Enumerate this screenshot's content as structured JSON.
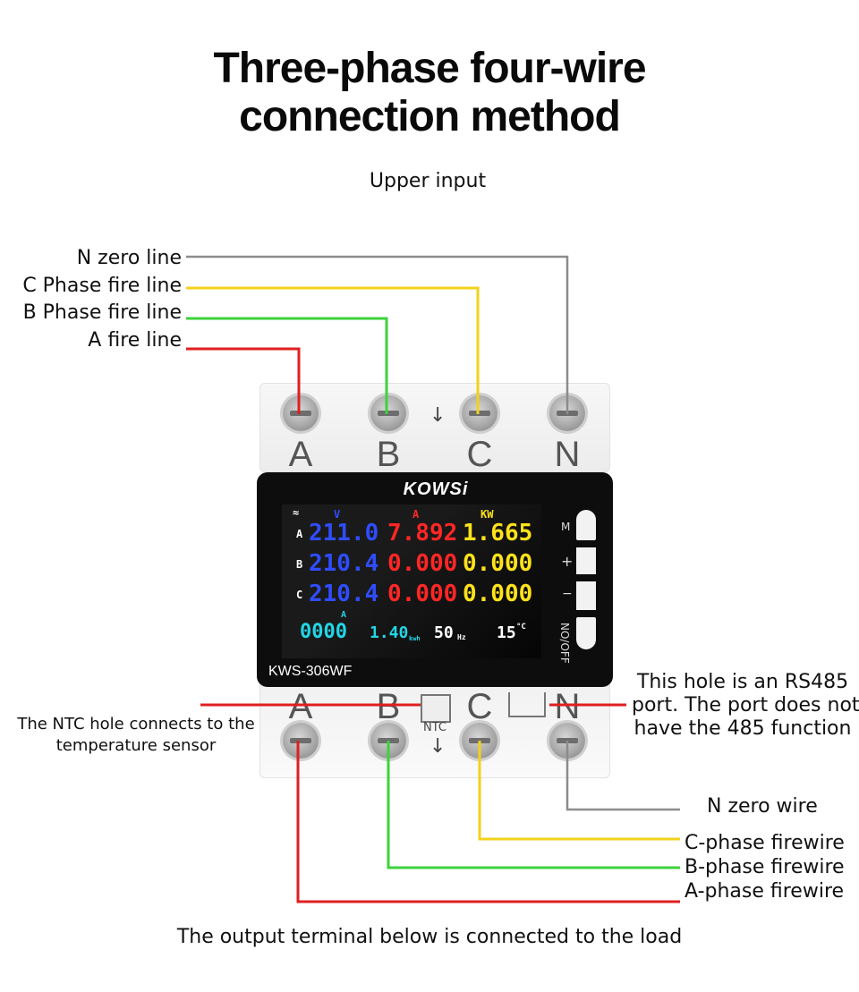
{
  "title": {
    "line1": "Three-phase four-wire",
    "line2": "connection method"
  },
  "upper_input": "Upper input",
  "top_labels": {
    "n": "N zero line",
    "c": "C Phase fire line",
    "b": "B Phase fire line",
    "a": "A fire line"
  },
  "terminals": [
    "A",
    "B",
    "C",
    "N"
  ],
  "device": {
    "brand": "KOWSi",
    "model": "KWS-306WF",
    "buttons": [
      "M",
      "+",
      "−",
      "NO/OFF"
    ],
    "display": {
      "headers": {
        "v": "V",
        "a": "A",
        "kw": "KW"
      },
      "rows": [
        {
          "phase": "A",
          "voltage": "211.0",
          "current": "7.892",
          "power": "1.665"
        },
        {
          "phase": "B",
          "voltage": "210.4",
          "current": "0.000",
          "power": "0.000"
        },
        {
          "phase": "C",
          "voltage": "210.4",
          "current": "0.000",
          "power": "0.000"
        }
      ],
      "neutral_label": "A",
      "neutral_current": "0000",
      "energy": "1.40",
      "energy_unit": "kwh",
      "frequency": "50",
      "frequency_unit": "Hz",
      "temperature": "15",
      "temperature_unit": "°C"
    },
    "ntc": "NTC"
  },
  "annotations": {
    "ntc_hole": [
      "The NTC hole connects to the",
      "temperature sensor"
    ],
    "rs485": [
      "This hole is an RS485",
      "port. The port does not",
      "have the 485 function"
    ]
  },
  "bottom_labels": {
    "n": "N zero wire",
    "c": "C-phase firewire",
    "b": "B-phase firewire",
    "a": "A-phase firewire"
  },
  "output_note": "The output terminal below is connected to the load",
  "colors": {
    "n_wire": "#8c8c8c",
    "c_wire": "#f2d21b",
    "b_wire": "#3ed23b",
    "a_wire": "#e01f1f",
    "lcd_voltage": "#2f4dff",
    "lcd_current": "#ff2626",
    "lcd_power": "#ffe21a",
    "lcd_cyan": "#22d6e6"
  }
}
